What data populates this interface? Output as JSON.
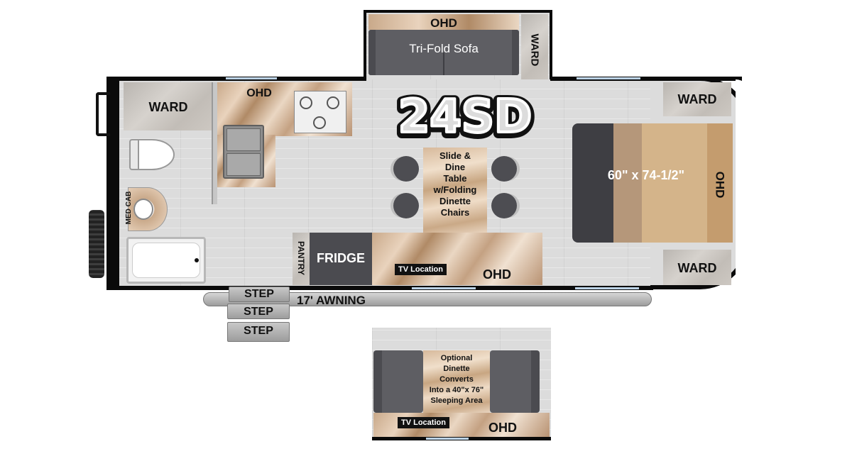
{
  "model": "24SD",
  "labels": {
    "ward_bath": "WARD",
    "ohd_kitchen": "OHD",
    "ohd_slide": "OHD",
    "sofa": "Tri-Fold Sofa",
    "ward_slide": "WARD",
    "ward_top_right": "WARD",
    "ward_bottom_right": "WARD",
    "bed_size": "60\" x 74-1/2\"",
    "ohd_bed": "OHD",
    "dinette": [
      "Slide &",
      "Dine",
      "Table",
      "w/Folding",
      "Dinette",
      "Chairs"
    ],
    "med_cab": "MED CAB",
    "pantry": "PANTRY",
    "fridge": "FRIDGE",
    "tv_location": "TV Location",
    "ohd_bottom": "OHD",
    "awning": "17' AWNING",
    "steps": [
      "STEP",
      "STEP",
      "STEP"
    ]
  },
  "inset": {
    "text": [
      "Optional",
      "Dinette",
      "Converts",
      "Into a 40\"x 76\"",
      "Sleeping Area"
    ],
    "tv_location": "TV Location",
    "ohd": "OHD"
  },
  "colors": {
    "wall": "#0a0a0a",
    "floor": "#dcdcdc",
    "sofa": "#5e5e63",
    "mattress": "#d4b48a",
    "headboard": "#3e3e43"
  }
}
